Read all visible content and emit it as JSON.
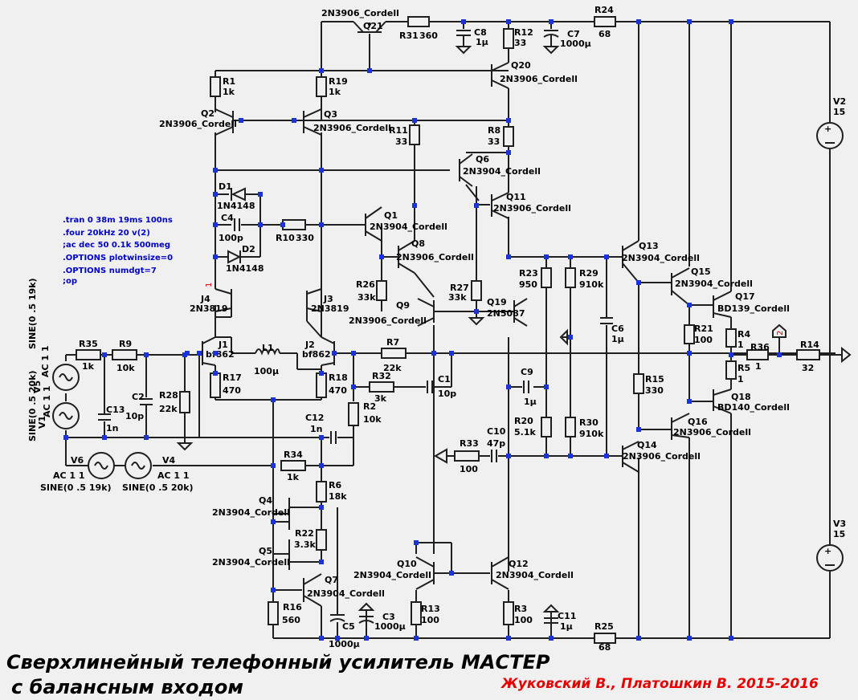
{
  "title_line1": "Сверхлинейный телефонный усилитель МАСТЕР",
  "title_line2": "с балансным входом",
  "authors": "Жуковский В., Платошкин В. 2015-2016",
  "directives": [
    ".tran 0 38m 19ms 100ns",
    ".four 20kHz 20 v(2)",
    ";ac dec 50 0.1k 500meg",
    ".OPTIONS plotwinsize=0",
    ".OPTIONS numdgt=7",
    ";op"
  ],
  "components": {
    "Q21": {
      "ref": "Q21",
      "value": "2N3906_Cordell"
    },
    "R31": {
      "ref": "R31",
      "value": "360"
    },
    "C8": {
      "ref": "C8",
      "value": "1µ"
    },
    "R12": {
      "ref": "R12",
      "value": "33"
    },
    "C7": {
      "ref": "C7",
      "value": "1000µ"
    },
    "R24": {
      "ref": "R24",
      "value": "68"
    },
    "Q20": {
      "ref": "Q20",
      "value": "2N3906_Cordell"
    },
    "R1": {
      "ref": "R1",
      "value": "1k"
    },
    "R19": {
      "ref": "R19",
      "value": "1k"
    },
    "Q2": {
      "ref": "Q2",
      "value": "2N3906_Cordell"
    },
    "Q3": {
      "ref": "Q3",
      "value": "2N3906_Cordell"
    },
    "R11": {
      "ref": "R11",
      "value": "33"
    },
    "R8": {
      "ref": "R8",
      "value": "33"
    },
    "Q6": {
      "ref": "Q6",
      "value": "2N3904_Cordell"
    },
    "Q11": {
      "ref": "Q11",
      "value": "2N3906_Cordell"
    },
    "D1": {
      "ref": "D1",
      "value": "1N4148"
    },
    "C4": {
      "ref": "C4",
      "value": "100p"
    },
    "R10": {
      "ref": "R10",
      "value": "330"
    },
    "D2": {
      "ref": "D2",
      "value": "1N4148"
    },
    "Q1": {
      "ref": "Q1",
      "value": "2N3904_Cordell"
    },
    "Q8": {
      "ref": "Q8",
      "value": "2N3906_Cordell"
    },
    "R23": {
      "ref": "R23",
      "value": "950"
    },
    "R29": {
      "ref": "R29",
      "value": "910k"
    },
    "Q13": {
      "ref": "Q13",
      "value": "2N3904_Cordell"
    },
    "Q15": {
      "ref": "Q15",
      "value": "2N3904_Cordell"
    },
    "Q17": {
      "ref": "Q17",
      "value": "BD139_Cordell"
    },
    "R26": {
      "ref": "R26",
      "value": "33k"
    },
    "R27": {
      "ref": "R27",
      "value": "33k"
    },
    "Q19": {
      "ref": "Q19",
      "value": "2N5087"
    },
    "Q9": {
      "ref": "Q9",
      "value": "2N3906_Cordell"
    },
    "J4": {
      "ref": "J4",
      "value": "2N3819"
    },
    "J3": {
      "ref": "J3",
      "value": "2N3819"
    },
    "J1": {
      "ref": "J1",
      "value": "bf862"
    },
    "J2": {
      "ref": "J2",
      "value": "bf862"
    },
    "L1": {
      "ref": "L1",
      "value": "100µ"
    },
    "C6": {
      "ref": "C6",
      "value": "1µ"
    },
    "R21": {
      "ref": "R21",
      "value": "100"
    },
    "R4": {
      "ref": "R4",
      "value": "1"
    },
    "R36": {
      "ref": "R36",
      "value": "1"
    },
    "R14": {
      "ref": "R14",
      "value": "32"
    },
    "R5": {
      "ref": "R5",
      "value": "1"
    },
    "Q18": {
      "ref": "Q18",
      "value": "BD140_Cordell"
    },
    "R35": {
      "ref": "R35",
      "value": "1k"
    },
    "R9": {
      "ref": "R9",
      "value": "10k"
    },
    "R17": {
      "ref": "R17",
      "value": "470"
    },
    "R18": {
      "ref": "R18",
      "value": "470"
    },
    "R7": {
      "ref": "R7",
      "value": "22k"
    },
    "R32": {
      "ref": "R32",
      "value": "3k"
    },
    "C1": {
      "ref": "C1",
      "value": "10p"
    },
    "C9": {
      "ref": "C9",
      "value": "1µ"
    },
    "R15": {
      "ref": "R15",
      "value": "330"
    },
    "Q16": {
      "ref": "Q16",
      "value": "2N3906_Cordell"
    },
    "C13": {
      "ref": "C13",
      "value": "1n"
    },
    "C2": {
      "ref": "C2",
      "value": "10p"
    },
    "R28": {
      "ref": "R28",
      "value": "22k"
    },
    "R2": {
      "ref": "R2",
      "value": "10k"
    },
    "C12": {
      "ref": "C12",
      "value": "1n"
    },
    "R20": {
      "ref": "R20",
      "value": "5.1k"
    },
    "R30": {
      "ref": "R30",
      "value": "910k"
    },
    "C10": {
      "ref": "C10",
      "value": "47p"
    },
    "R33": {
      "ref": "R33",
      "value": "100"
    },
    "Q14": {
      "ref": "Q14",
      "value": "2N3906_Cordell"
    },
    "R34": {
      "ref": "R34",
      "value": "1k"
    },
    "R6": {
      "ref": "R6",
      "value": "18k"
    },
    "Q4": {
      "ref": "Q4",
      "value": "2N3904_Cordell"
    },
    "R22": {
      "ref": "R22",
      "value": "3.3k"
    },
    "Q5": {
      "ref": "Q5",
      "value": "2N3904_Cordell"
    },
    "Q7": {
      "ref": "Q7",
      "value": "2N3904_Cordell"
    },
    "R16": {
      "ref": "R16",
      "value": "560"
    },
    "C5": {
      "ref": "C5",
      "value": "1000µ"
    },
    "C3": {
      "ref": "C3",
      "value": "1000µ"
    },
    "Q10": {
      "ref": "Q10",
      "value": "2N3904_Cordell"
    },
    "Q12": {
      "ref": "Q12",
      "value": "2N3904_Cordell"
    },
    "R13": {
      "ref": "R13",
      "value": "100"
    },
    "R3": {
      "ref": "R3",
      "value": "100"
    },
    "C11": {
      "ref": "C11",
      "value": "1µ"
    },
    "R25": {
      "ref": "R25",
      "value": "68"
    }
  },
  "sources": {
    "V2": {
      "ref": "V2",
      "value": "15"
    },
    "V3": {
      "ref": "V3",
      "value": "15"
    },
    "V1": {
      "ref": "V1",
      "ac": "AC 1 1",
      "sine": "SINE(0 .5 20k)"
    },
    "V5": {
      "ref": "V5",
      "ac": "AC 1 1",
      "sine": "SINE(0 .5 19k)"
    },
    "V6": {
      "ref": "V6",
      "ac": "AC 1 1",
      "sine": "SINE(0 .5 19k)"
    },
    "V4": {
      "ref": "V4",
      "ac": "AC 1 1",
      "sine": "SINE(0 .5 20k)"
    }
  },
  "net_labels": {
    "n1": "1",
    "n2": "2"
  }
}
